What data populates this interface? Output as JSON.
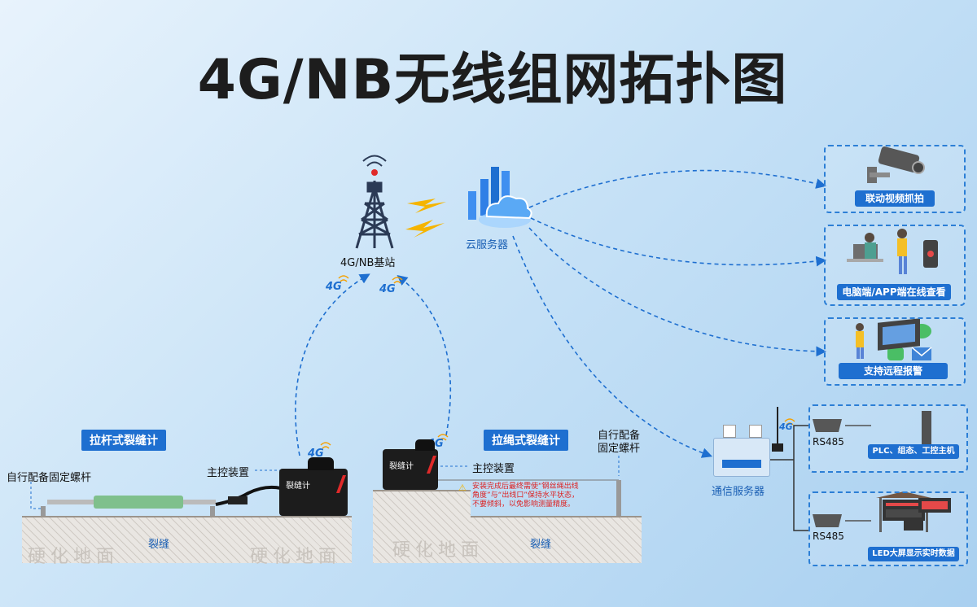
{
  "title": "4G/NB无线组网拓扑图",
  "base_station": "4G/NB基站",
  "cloud_server": "云服务器",
  "net_tag": "4G",
  "right_panels": {
    "video": "联动视频抓拍",
    "online": "电脑端/APP端在线查看",
    "alarm": "支持远程报警",
    "plc": "PLC、组态、工控主机",
    "led": "LED大屏显示实时数据"
  },
  "rs485": "RS485",
  "comm_server": "通信服务器",
  "left_scene": {
    "tag": "拉杆式裂缝计",
    "bolt_label": "自行配备固定螺杆",
    "host_label": "主控装置",
    "device_text": "裂缝计",
    "ground_text": "硬化地面",
    "crack": "裂缝"
  },
  "right_scene": {
    "tag": "拉绳式裂缝计",
    "bolt_label": "自行配备\n固定螺杆",
    "bolt_line1": "自行配备",
    "bolt_line2": "固定螺杆",
    "host_label": "主控装置",
    "device_text": "裂缝计",
    "ground_text": "硬化地面",
    "crack": "裂缝",
    "warning_line1": "安装完成后最终需使“钢丝绳出线",
    "warning_line2": "角度”与“出线口”保持水平状态，",
    "warning_line3": "不要倾斜，以免影响测量精度。"
  }
}
